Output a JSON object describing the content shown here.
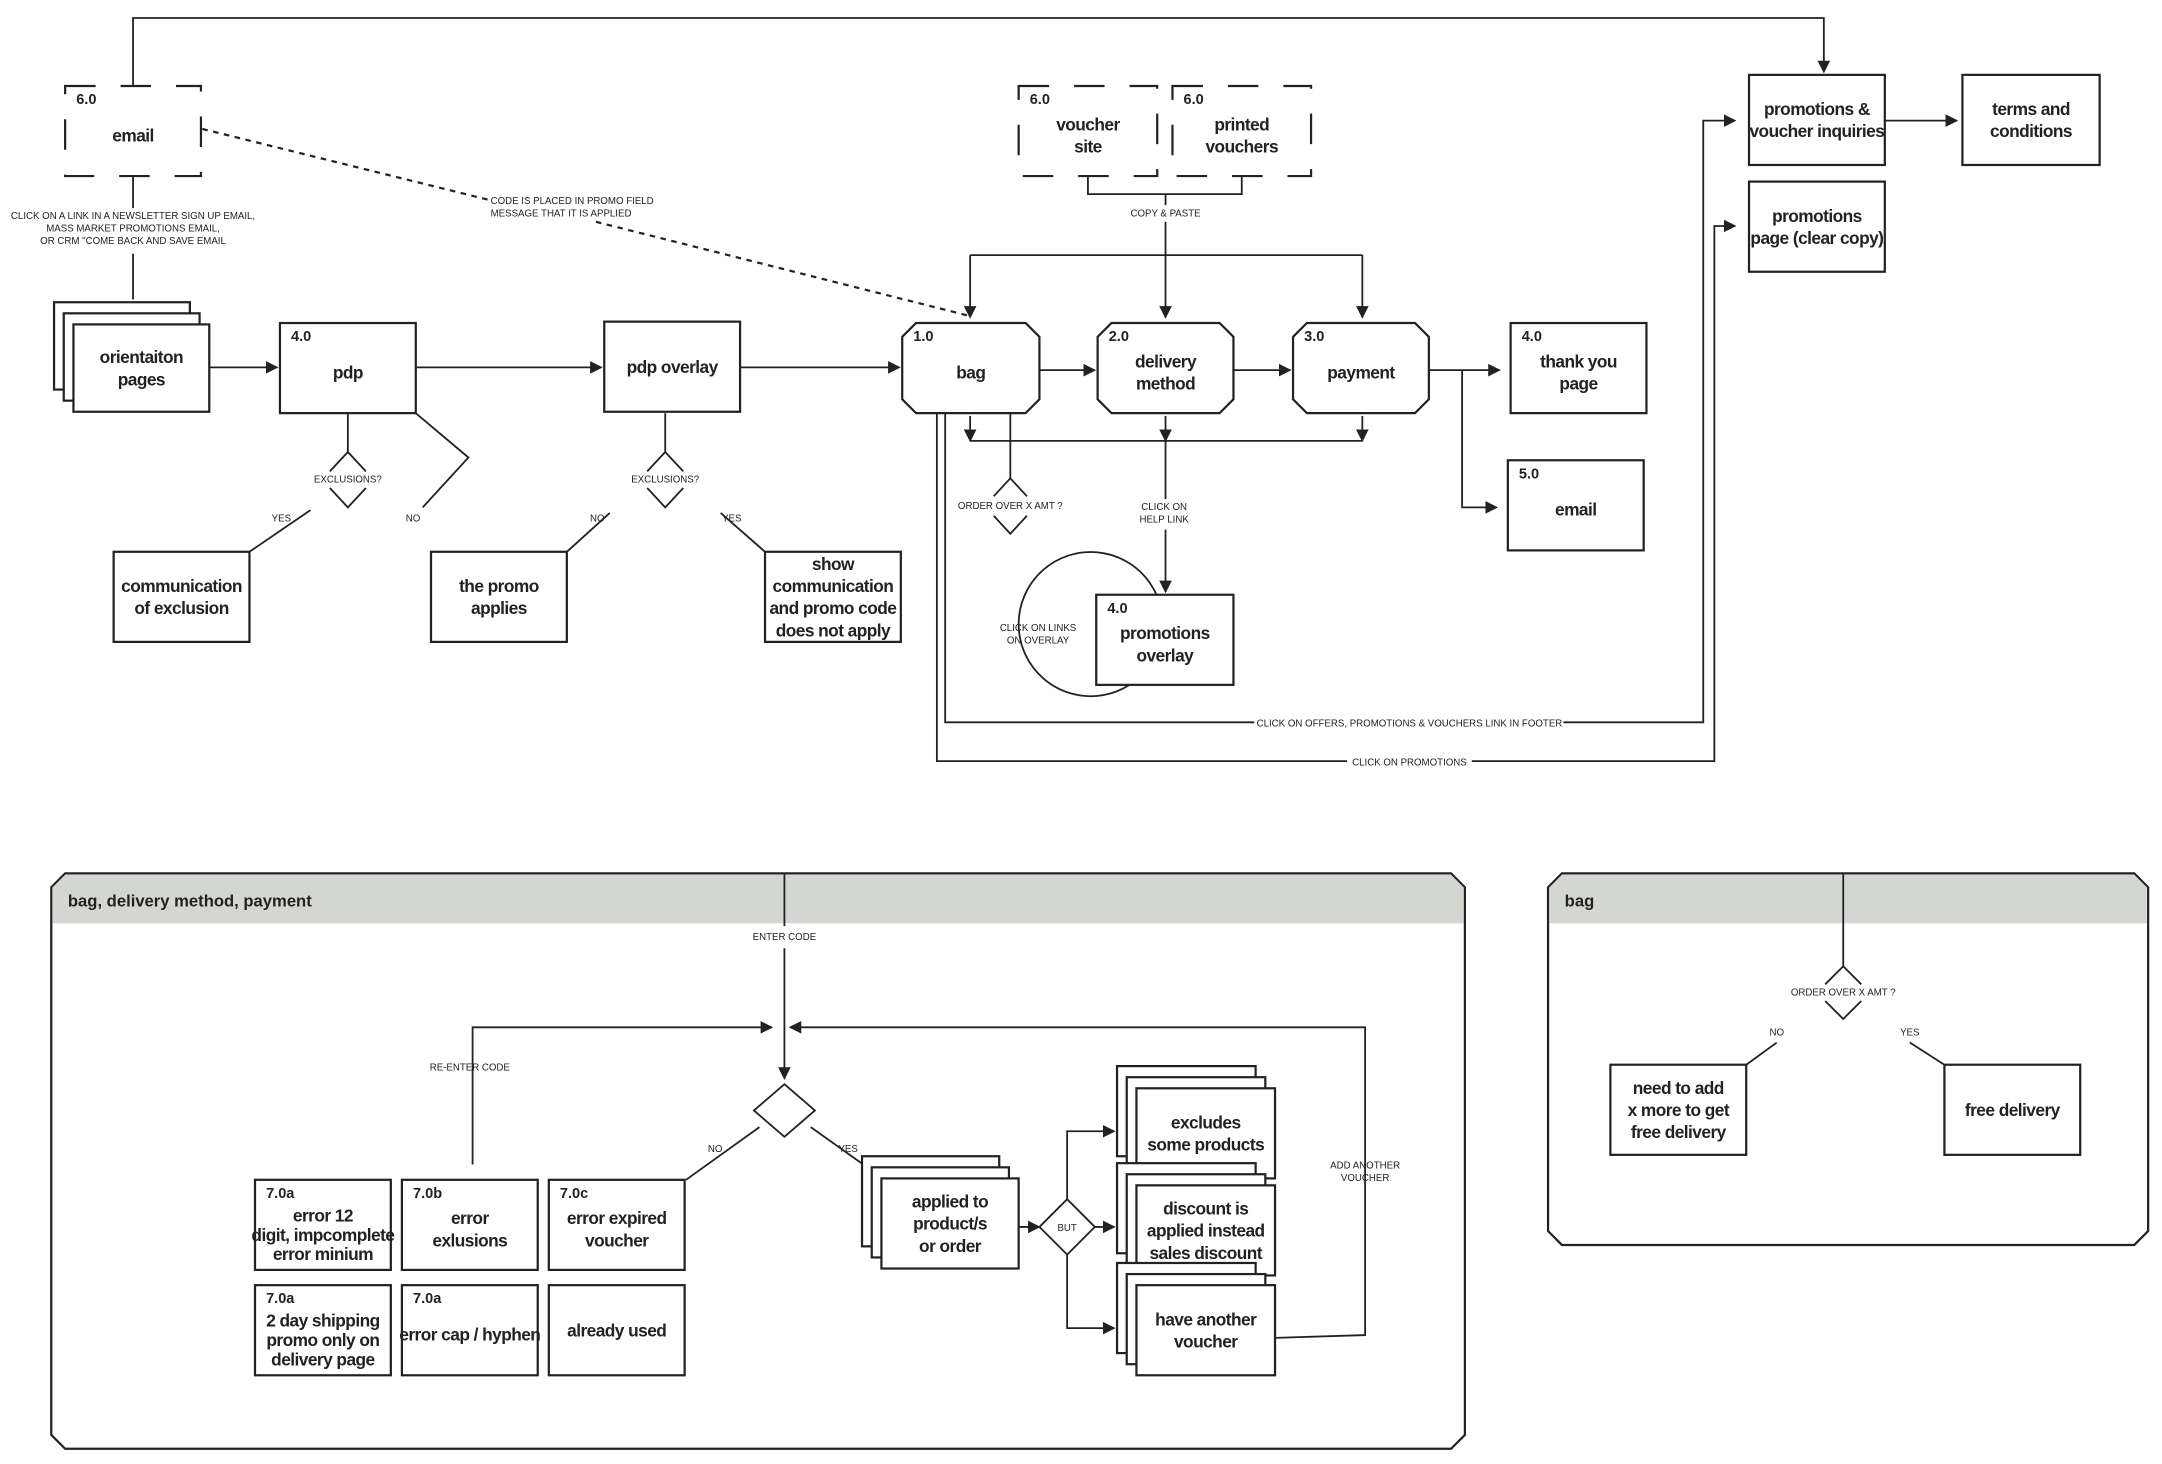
{
  "colors": {
    "stroke": "#222222",
    "panel_header": "#d4d6d2",
    "background": "#ffffff"
  },
  "nodes": {
    "email_top": {
      "num": "6.0",
      "lines": [
        "email"
      ]
    },
    "orientation": {
      "num": "",
      "lines": [
        "orientaiton",
        "pages"
      ]
    },
    "pdp": {
      "num": "4.0",
      "lines": [
        "pdp"
      ]
    },
    "pdp_overlay": {
      "num": "",
      "lines": [
        "pdp overlay"
      ]
    },
    "bag": {
      "num": "1.0",
      "lines": [
        "bag"
      ]
    },
    "delivery": {
      "num": "2.0",
      "lines": [
        "delivery",
        "method"
      ]
    },
    "payment": {
      "num": "3.0",
      "lines": [
        "payment"
      ]
    },
    "thank_you": {
      "num": "4.0",
      "lines": [
        "thank you",
        "page"
      ]
    },
    "email_confirm": {
      "num": "5.0",
      "lines": [
        "email"
      ]
    },
    "promotions_overlay": {
      "num": "4.0",
      "lines": [
        "promotions",
        "overlay"
      ]
    },
    "voucher_site": {
      "num": "6.0",
      "lines": [
        "voucher",
        "site"
      ]
    },
    "printed_vouchers": {
      "num": "6.0",
      "lines": [
        "printed",
        "vouchers"
      ]
    },
    "promo_inquiries": {
      "num": "",
      "lines": [
        "promotions &",
        "voucher inquiries"
      ]
    },
    "terms": {
      "num": "",
      "lines": [
        "terms and",
        "conditions"
      ]
    },
    "promo_page": {
      "num": "",
      "lines": [
        "promotions",
        "page (clear copy)"
      ]
    },
    "comm_exclusion": {
      "num": "",
      "lines": [
        "communication",
        "of exclusion"
      ]
    },
    "promo_applies": {
      "num": "",
      "lines": [
        "the promo",
        "applies"
      ]
    },
    "show_comm": {
      "num": "",
      "lines": [
        "show",
        "communication",
        "and promo code",
        "does not apply"
      ]
    },
    "err_12digit": {
      "num": "7.0a",
      "lines": [
        "error 12",
        "digit, impcomplete",
        "error minium"
      ]
    },
    "err_exclusions": {
      "num": "7.0b",
      "lines": [
        "error",
        "exlusions"
      ]
    },
    "err_expired": {
      "num": "7.0c",
      "lines": [
        "error expired",
        "voucher"
      ]
    },
    "err_2day": {
      "num": "7.0a",
      "lines": [
        "2 day shipping",
        "promo only on",
        "delivery page"
      ]
    },
    "err_cap": {
      "num": "7.0a",
      "lines": [
        "error cap / hyphen"
      ]
    },
    "already_used": {
      "num": "",
      "lines": [
        "already used"
      ]
    },
    "applied_to": {
      "num": "",
      "lines": [
        "applied to",
        "product/s",
        "or order"
      ]
    },
    "excludes": {
      "num": "",
      "lines": [
        "excludes",
        "some products"
      ]
    },
    "discount": {
      "num": "",
      "lines": [
        "discount is",
        "applied instead",
        "sales discount"
      ]
    },
    "have_another": {
      "num": "",
      "lines": [
        "have another",
        "voucher"
      ]
    },
    "need_to_add": {
      "num": "",
      "lines": [
        "need to add",
        "x more to get",
        "free delivery"
      ]
    },
    "free_delivery": {
      "num": "",
      "lines": [
        "free delivery"
      ]
    }
  },
  "labels": {
    "email_link": [
      "CLICK ON A LINK IN A NEWSLETTER SIGN UP EMAIL,",
      "MASS MARKET PROMOTIONS EMAIL,",
      "OR CRM \"COME BACK AND SAVE EMAIL"
    ],
    "code_placed": [
      "CODE IS PLACED IN PROMO FIELD",
      "MESSAGE THAT IT IS APPLIED"
    ],
    "pdp_exclusions": [
      "EXCLUSIONS?"
    ],
    "pdp_yes": [
      "YES"
    ],
    "pdp_no": [
      "NO"
    ],
    "ov_exclusions": [
      "EXCLUSIONS?"
    ],
    "ov_no": [
      "NO"
    ],
    "ov_yes": [
      "YES"
    ],
    "copy_paste": [
      "COPY & PASTE"
    ],
    "order_over": [
      "ORDER OVER X AMT ?"
    ],
    "help_link": [
      "CLICK ON",
      "HELP LINK"
    ],
    "overlay_links": [
      "CLICK ON LINKS",
      "ON OVERLAY"
    ],
    "footer_link": [
      "CLICK ON OFFERS, PROMOTIONS & VOUCHERS LINK IN FOOTER"
    ],
    "click_promotions": [
      "CLICK ON PROMOTIONS"
    ],
    "enter_code": [
      "ENTER CODE"
    ],
    "re_enter": [
      "RE-ENTER CODE"
    ],
    "code_no": [
      "NO"
    ],
    "code_yes": [
      "YES"
    ],
    "but": [
      "BUT"
    ],
    "add_another": [
      "ADD ANOTHER",
      "VOUCHER"
    ],
    "bag_order_over": [
      "ORDER OVER X AMT ?"
    ],
    "bag_no": [
      "NO"
    ],
    "bag_yes": [
      "YES"
    ]
  },
  "panels": {
    "checkout": {
      "title": "bag, delivery method, payment"
    },
    "bag": {
      "title": "bag"
    }
  }
}
